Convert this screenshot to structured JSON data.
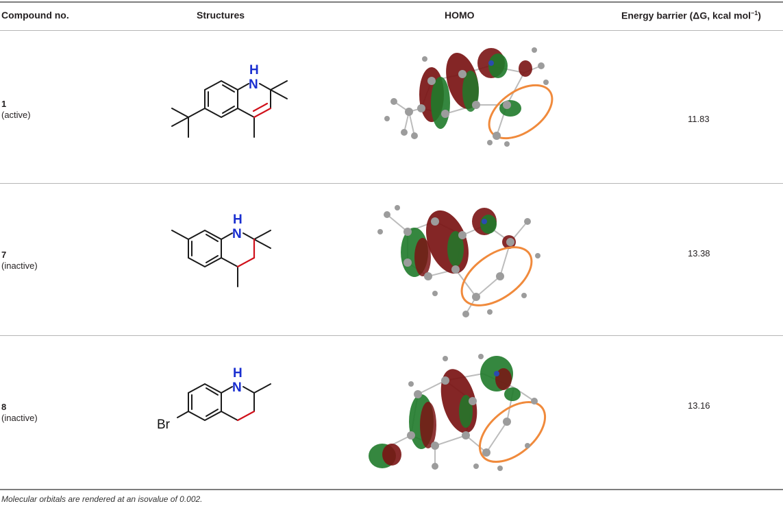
{
  "table": {
    "headers": {
      "compound": "Compound no.",
      "structures": "Structures",
      "homo": "HOMO",
      "energy": "Energy barrier (ΔG, kcal mol",
      "energy_sup": "−1",
      "energy_close": ")"
    },
    "rows": [
      {
        "number": "1",
        "status": "(active)",
        "energy": "11.83",
        "atoms": {
          "n": "N",
          "h": "H"
        }
      },
      {
        "number": "7",
        "status": "(inactive)",
        "energy": "13.38",
        "atoms": {
          "n": "N",
          "h": "H"
        }
      },
      {
        "number": "8",
        "status": "(inactive)",
        "energy": "13.16",
        "atoms": {
          "n": "N",
          "h": "H",
          "br": "Br"
        }
      }
    ],
    "footnote": "Molecular orbitals are rendered at an isovalue of 0.002."
  },
  "colors": {
    "bond": "#1a1a1a",
    "highlight_bond": "#d0101a",
    "nitrogen": "#1a2fd0",
    "orbital_red": "#7a1414",
    "orbital_green": "#1f7a2a",
    "ring_orange": "#f08a3c",
    "atom_grey": "#9c9c9c"
  }
}
